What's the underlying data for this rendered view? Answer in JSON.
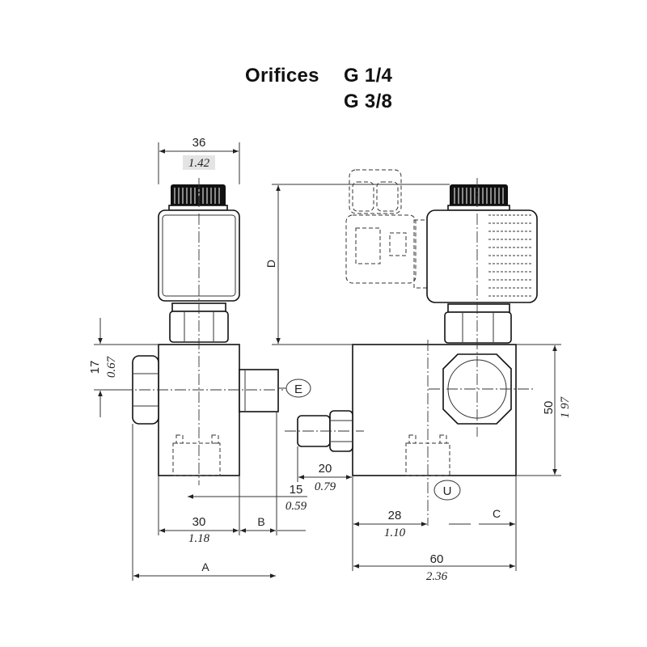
{
  "title": {
    "label": "Orifices",
    "size1": "G 1/4",
    "size2": "G 3/8"
  },
  "dims": {
    "width_coil_mm": "36",
    "width_coil_in": "1.42",
    "height_D": "D",
    "offset_17_mm": "17",
    "offset_17_in": "0.67",
    "port_E": "E",
    "port_U": "U",
    "height_50_mm": "50",
    "height_50_in": "1 97",
    "len_20_mm": "20",
    "len_20_in": "0.79",
    "len_15_mm": "15",
    "len_15_in": "0.59",
    "len_30_mm": "30",
    "len_30_in": "1.18",
    "dim_B": "B",
    "len_28_mm": "28",
    "len_28_in": "1.10",
    "dim_C": "C",
    "dim_A": "A",
    "len_60_mm": "60",
    "len_60_in": "2.36"
  },
  "colors": {
    "line": "#111111",
    "background": "#ffffff"
  }
}
